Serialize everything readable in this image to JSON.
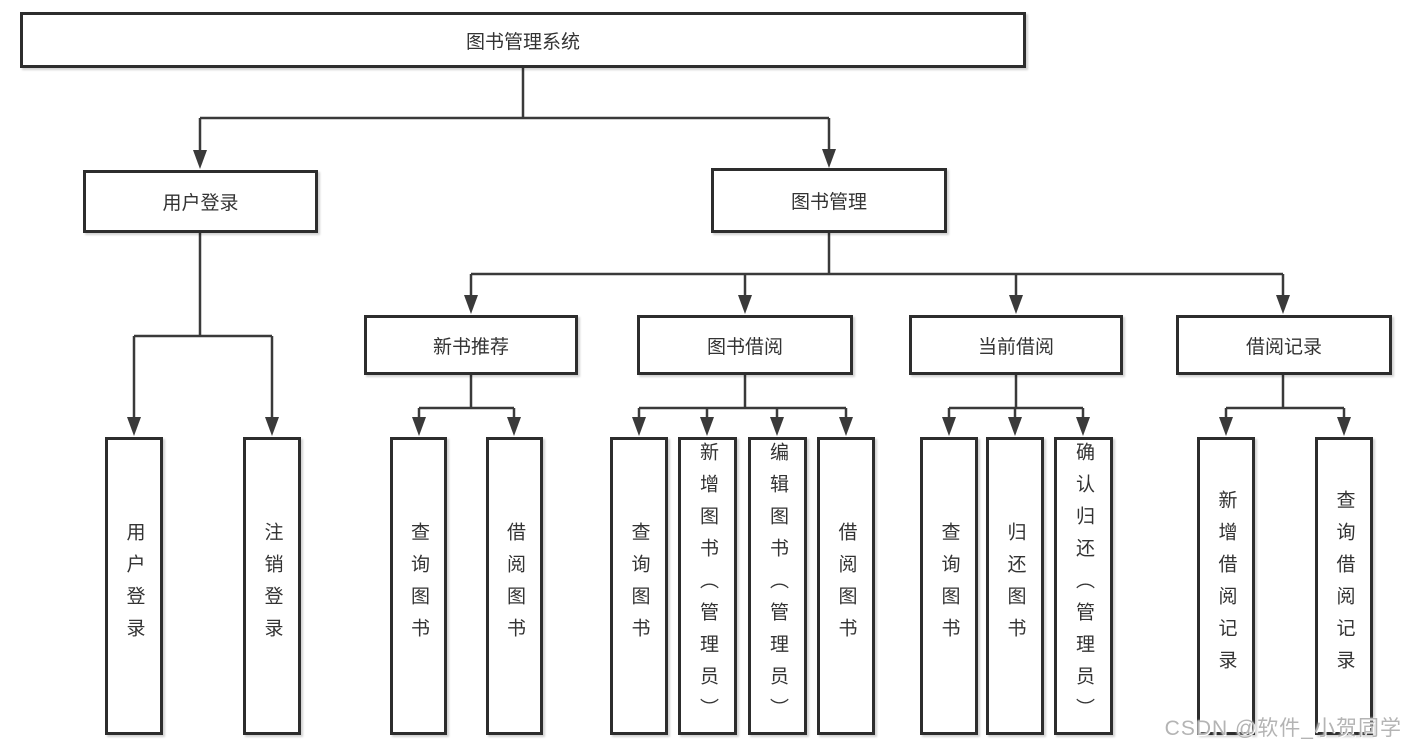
{
  "diagram": {
    "root": {
      "label": "图书管理系统"
    },
    "branches": [
      {
        "label": "用户登录",
        "children": [
          {
            "label": "用户登录"
          },
          {
            "label": "注销登录"
          }
        ]
      },
      {
        "label": "图书管理",
        "children": [
          {
            "label": "新书推荐",
            "children": [
              {
                "label": "查询图书"
              },
              {
                "label": "借阅图书"
              }
            ]
          },
          {
            "label": "图书借阅",
            "children": [
              {
                "label": "查询图书"
              },
              {
                "label": "新增图书（管理员）"
              },
              {
                "label": "编辑图书（管理员）"
              },
              {
                "label": "借阅图书"
              }
            ]
          },
          {
            "label": "当前借阅",
            "children": [
              {
                "label": "查询图书"
              },
              {
                "label": "归还图书"
              },
              {
                "label": "确认归还（管理员）"
              }
            ]
          },
          {
            "label": "借阅记录",
            "children": [
              {
                "label": "新增借阅记录"
              },
              {
                "label": "查询借阅记录"
              }
            ]
          }
        ]
      }
    ]
  },
  "watermark": {
    "text": "CSDN @软件_小贺同学"
  },
  "colors": {
    "box_border": "#2d2d2d",
    "connector": "#3a3a3a",
    "text": "#333333",
    "watermark": "#b4b4b4",
    "background": "#ffffff"
  }
}
